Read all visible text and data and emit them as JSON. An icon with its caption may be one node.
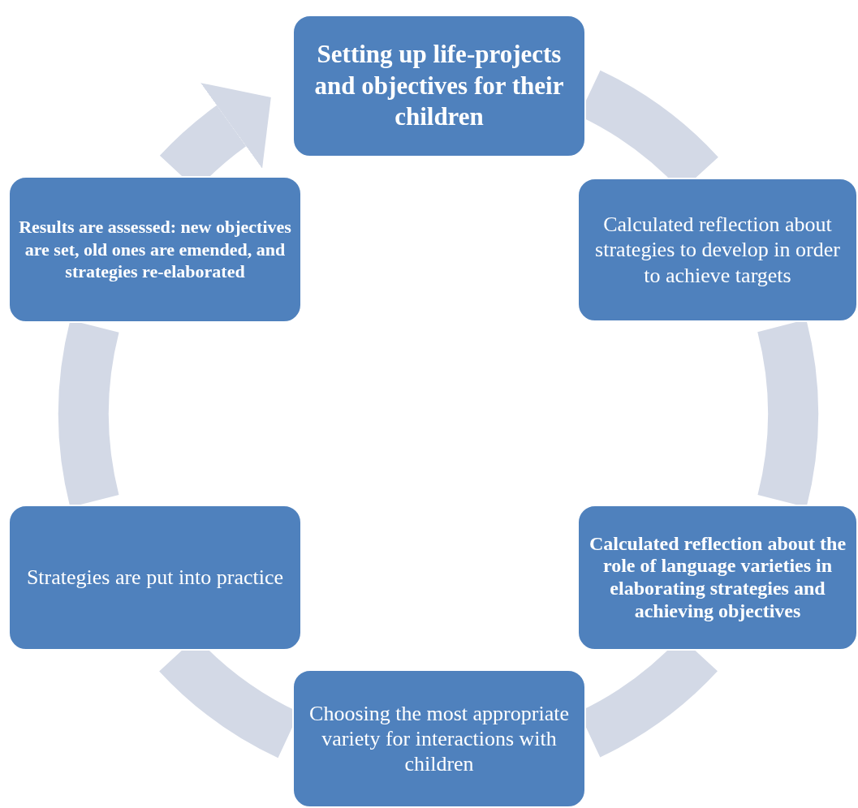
{
  "diagram": {
    "nodes": [
      {
        "text": [
          "Setting up life-projects and objectives for their children"
        ]
      },
      {
        "text": [
          "Calculated reflection about  strategies to develop in order to achieve targets"
        ]
      },
      {
        "text": [
          "Calculated reflection about the role of language varieties in elaborating strategies and achieving objectives"
        ]
      },
      {
        "text": [
          "Choosing the most appropriate variety for interactions with children"
        ]
      },
      {
        "text": [
          "Strategies are put into practice"
        ]
      },
      {
        "text": [
          "Results are assessed: new objectives are set, old ones are emended, and strategies re-elaborated"
        ]
      }
    ],
    "edges": [
      {
        "from": 0,
        "to": 1,
        "arrow": "none"
      },
      {
        "from": 1,
        "to": 2,
        "arrow": "none"
      },
      {
        "from": 2,
        "to": 3,
        "arrow": "none"
      },
      {
        "from": 3,
        "to": 4,
        "arrow": "none"
      },
      {
        "from": 4,
        "to": 5,
        "arrow": "none"
      },
      {
        "from": 5,
        "to": 0,
        "arrow": "to"
      }
    ]
  }
}
